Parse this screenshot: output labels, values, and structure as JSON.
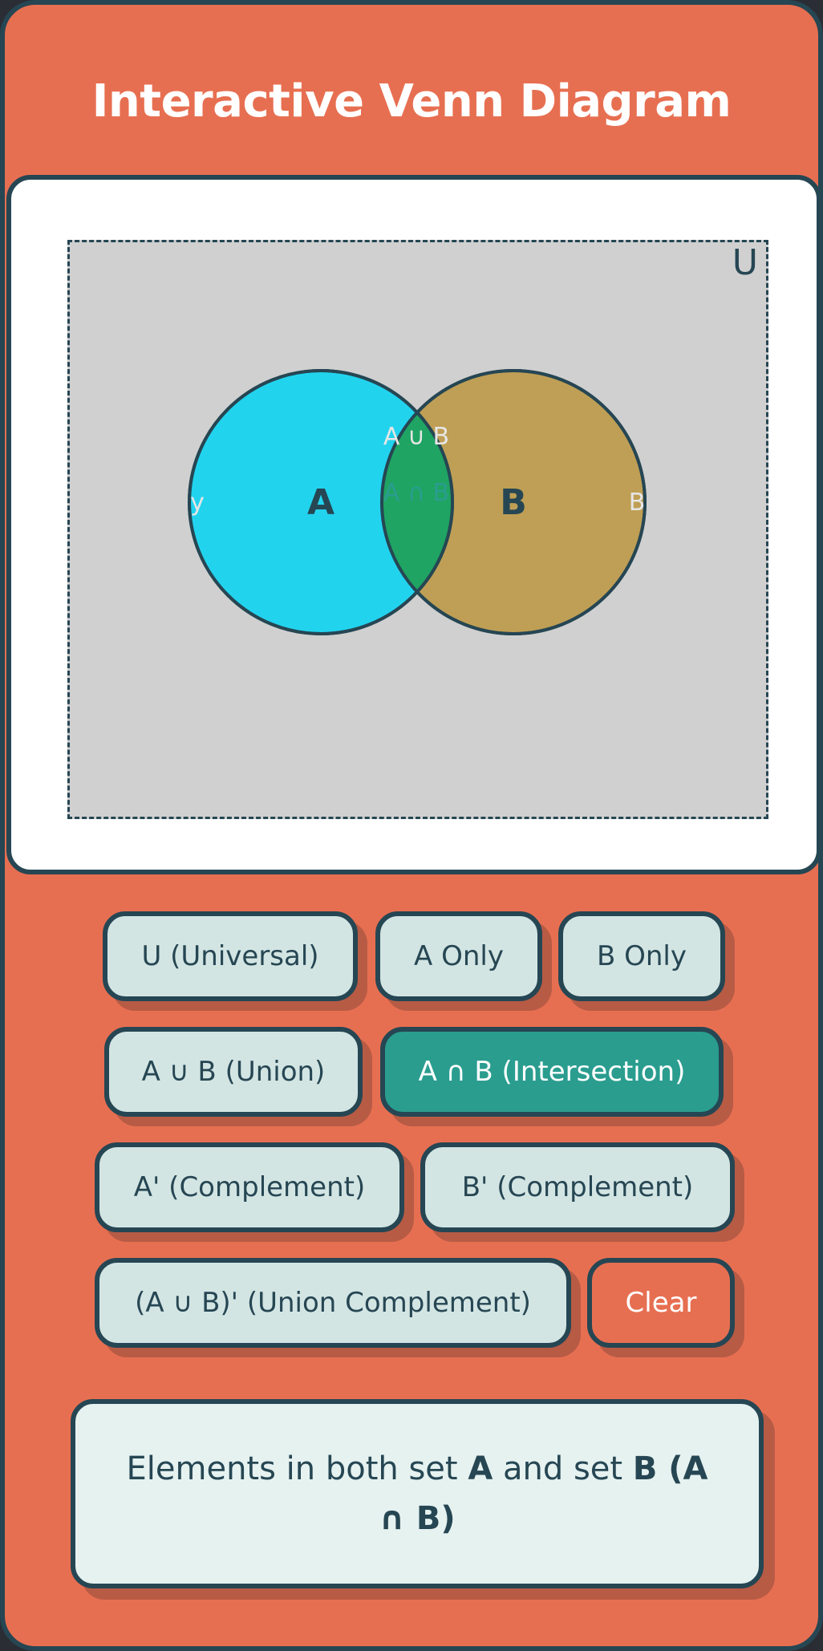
{
  "app": {
    "title": "Interactive Venn Diagram"
  },
  "diagram": {
    "universe_label": "U",
    "set_a_label": "A",
    "set_b_label": "B",
    "union_label": "A ∪ B",
    "intersection_label": "A ∩ B",
    "left_edge_label": "y",
    "right_edge_label": "B",
    "colors": {
      "universe_fill": "#d0d0d0",
      "set_a_fill": "#22d3ee",
      "set_b_fill": "#bf9f55",
      "intersection_fill": "#1fa463",
      "outline": "#264653"
    }
  },
  "buttons": {
    "universal": "U (Universal)",
    "a_only": "A Only",
    "b_only": "B Only",
    "union": "A ∪ B (Union)",
    "intersection": "A ∩ B (Intersection)",
    "a_complement": "A' (Complement)",
    "b_complement": "B' (Complement)",
    "union_complement": "(A ∪ B)' (Union Complement)",
    "clear": "Clear",
    "active": "intersection"
  },
  "description": {
    "part1": "Elements in both set ",
    "set_a": "A",
    "part2": " and set ",
    "set_b": "B",
    "part3": " (",
    "notation": "A ∩ B",
    "part4": ")"
  }
}
